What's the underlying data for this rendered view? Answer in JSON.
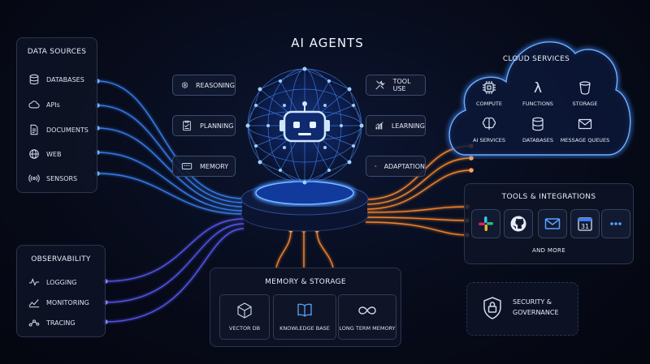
{
  "title": "AI AGENTS",
  "data_sources": {
    "title": "DATA SOURCES",
    "items": [
      {
        "label": "DATABASES",
        "icon": "database-icon"
      },
      {
        "label": "APIs",
        "icon": "cloud-api-icon"
      },
      {
        "label": "DOCUMENTS",
        "icon": "document-icon"
      },
      {
        "label": "WEB",
        "icon": "globe-icon"
      },
      {
        "label": "SENSORS",
        "icon": "sensor-icon"
      }
    ]
  },
  "observability": {
    "title": "OBSERVABILITY",
    "items": [
      {
        "label": "LOGGING",
        "icon": "pulse-icon"
      },
      {
        "label": "MONITORING",
        "icon": "trend-icon"
      },
      {
        "label": "TRACING",
        "icon": "trace-icon"
      }
    ]
  },
  "capabilities_left": [
    {
      "label": "REASONING",
      "icon": "brain-icon"
    },
    {
      "label": "PLANNING",
      "icon": "checklist-icon"
    },
    {
      "label": "MEMORY",
      "icon": "memory-icon"
    }
  ],
  "capabilities_right": [
    {
      "label": "TOOL USE",
      "icon": "tools-icon"
    },
    {
      "label": "LEARNING",
      "icon": "bar-chart-icon"
    },
    {
      "label": "ADAPTATION",
      "icon": "sliders-icon"
    }
  ],
  "cloud_services": {
    "title": "CLOUD SERVICES",
    "items": [
      {
        "label": "COMPUTE",
        "icon": "chip-icon"
      },
      {
        "label": "FUNCTIONS",
        "icon": "lambda-icon"
      },
      {
        "label": "STORAGE",
        "icon": "bucket-icon"
      },
      {
        "label": "AI SERVICES",
        "icon": "brain-icon"
      },
      {
        "label": "DATABASES",
        "icon": "database-icon"
      },
      {
        "label": "MESSAGE QUEUES",
        "icon": "envelope-icon"
      }
    ]
  },
  "tools_integrations": {
    "title": "TOOLS & INTEGRATIONS",
    "more": "AND MORE",
    "calendar_day": "31",
    "tiles": [
      "slack-icon",
      "github-icon",
      "mail-icon",
      "calendar-icon",
      "more-icon"
    ]
  },
  "memory_storage": {
    "title": "MEMORY & STORAGE",
    "items": [
      {
        "label": "VECTOR DB",
        "icon": "cube-icon"
      },
      {
        "label": "KNOWLEDGE BASE",
        "icon": "book-icon"
      },
      {
        "label": "LONG TERM MEMORY",
        "icon": "infinity-icon"
      }
    ]
  },
  "security": {
    "line1": "SECURITY &",
    "line2": "GOVERNANCE",
    "icon": "shield-lock-icon"
  },
  "colors": {
    "blue": "#3d8bff",
    "orange": "#ff8a2a",
    "purple": "#8a5cff"
  }
}
